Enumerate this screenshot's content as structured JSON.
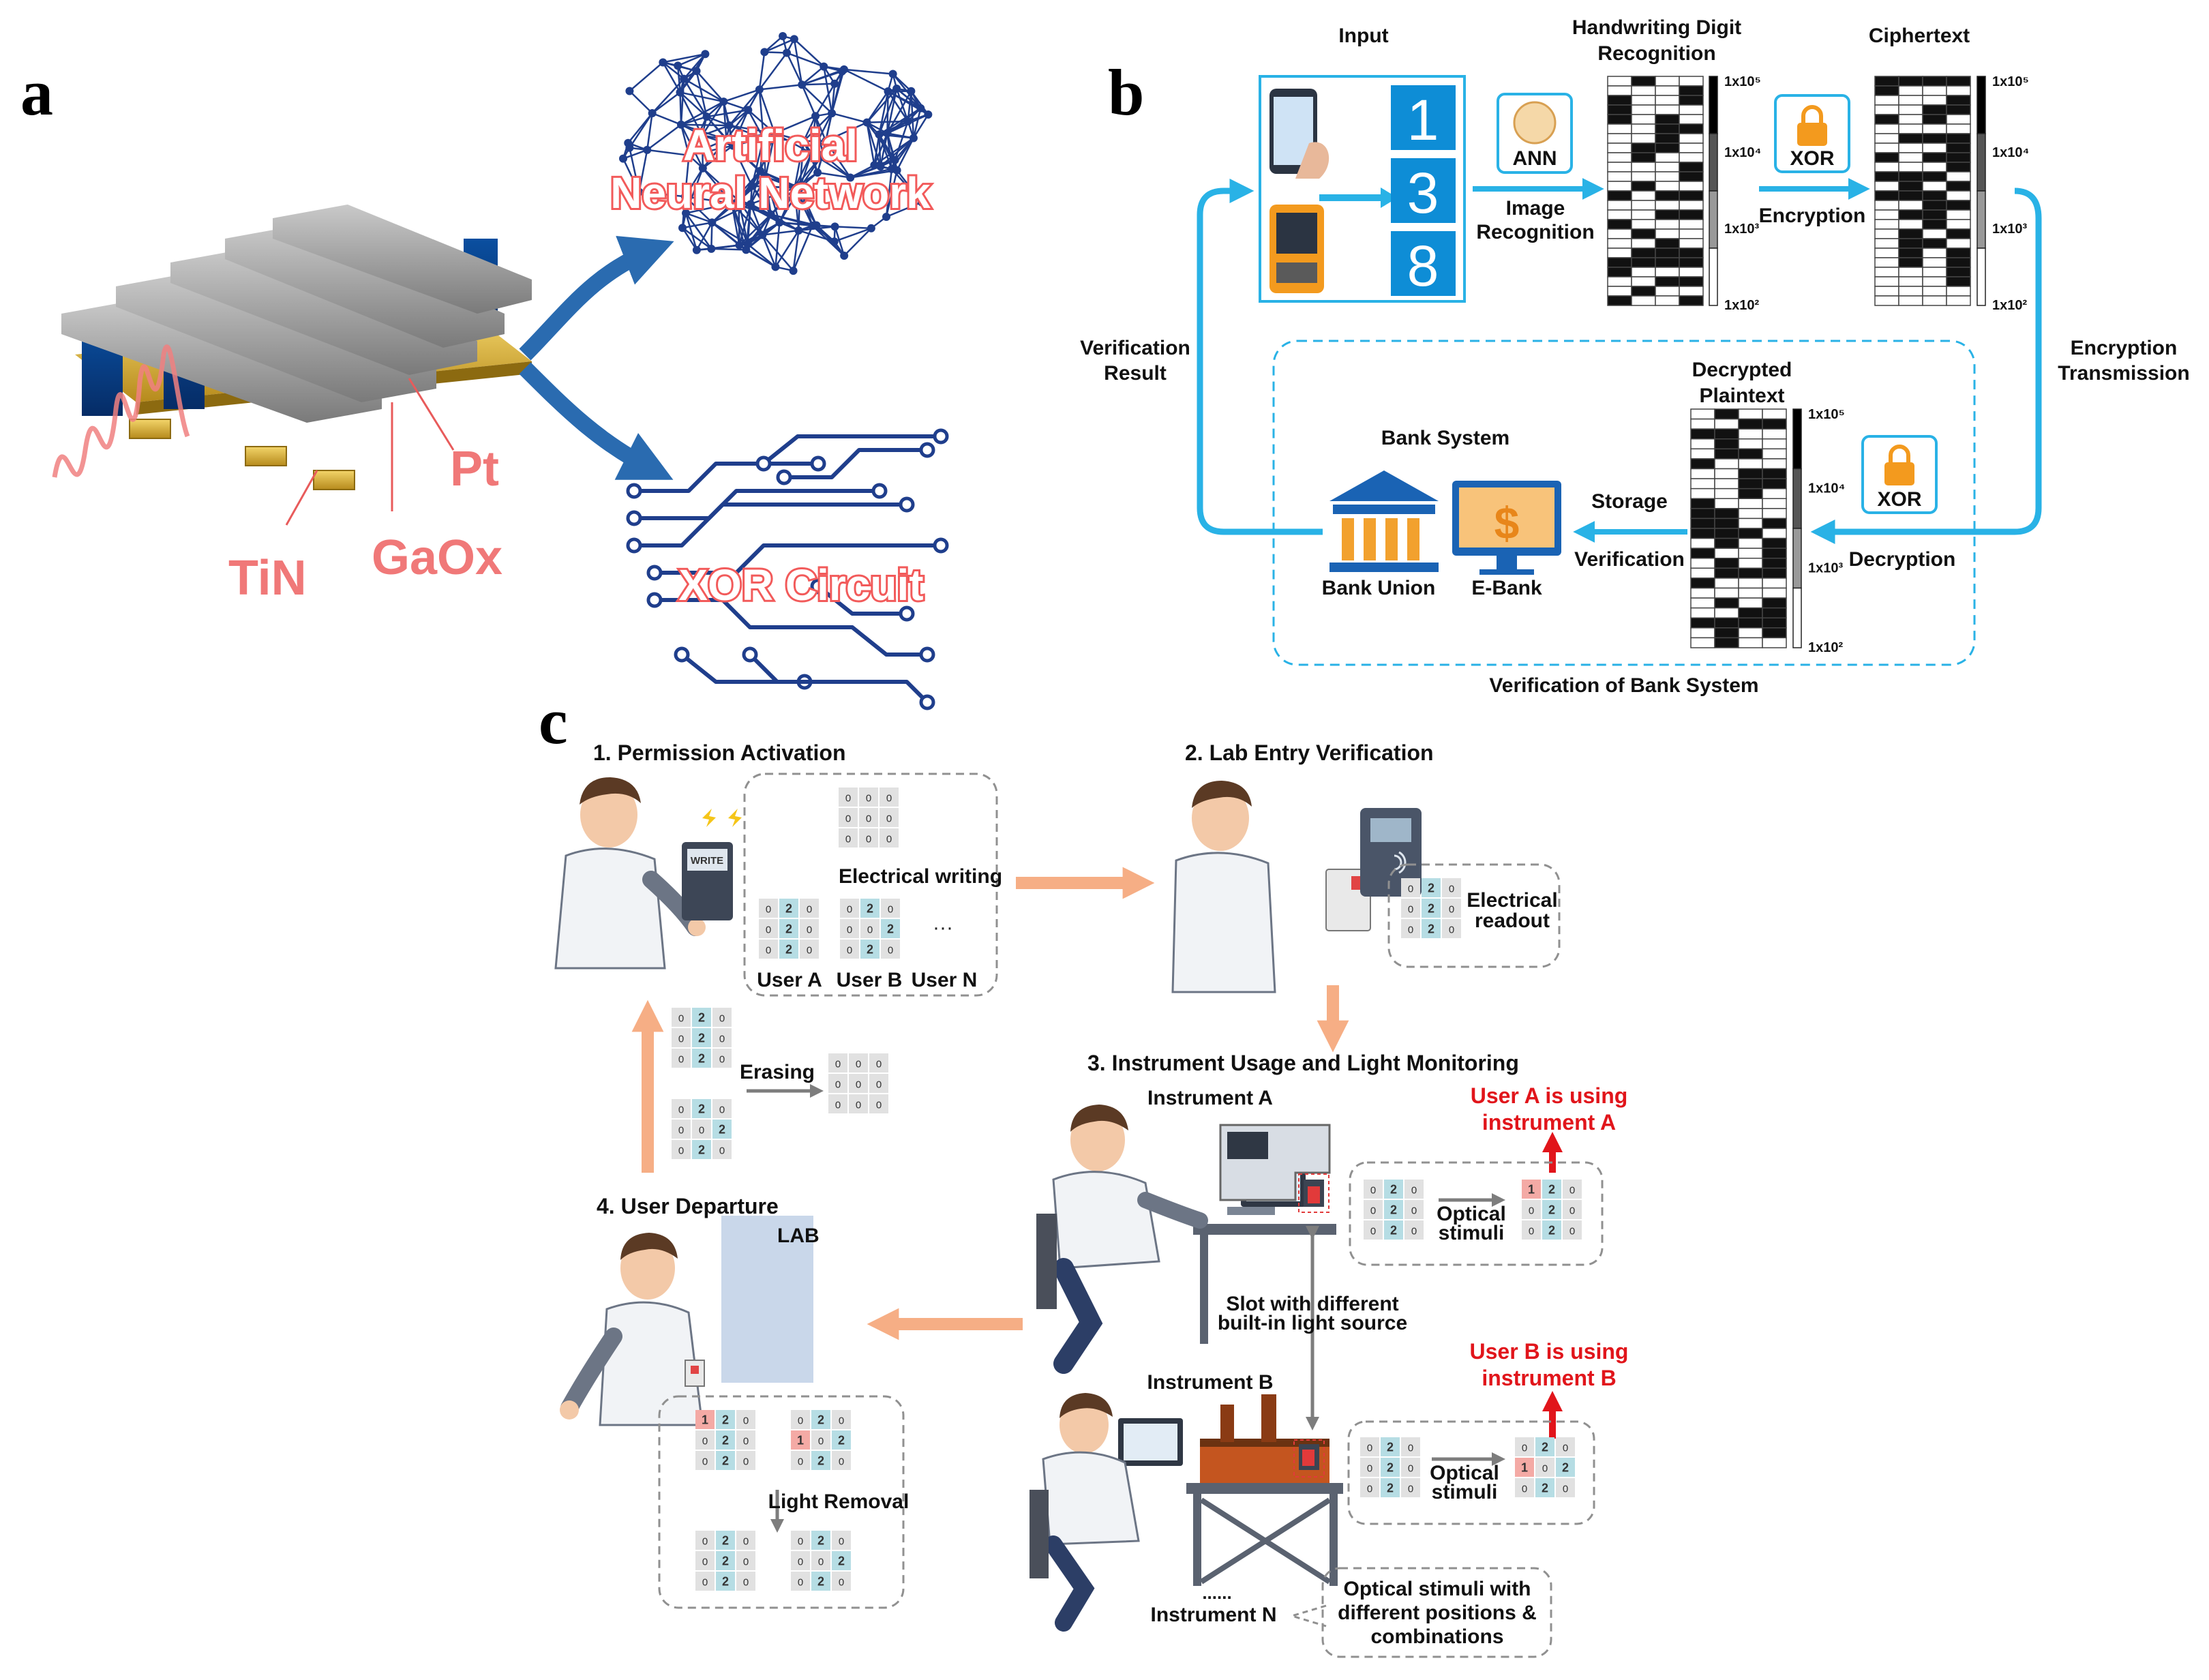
{
  "panels": {
    "a": "a",
    "b": "b",
    "c": "c"
  },
  "panel_a": {
    "labels": {
      "pt": "Pt",
      "tin": "TiN",
      "gaox": "GaOx"
    },
    "ann": [
      "Artificial",
      "Neural Network"
    ],
    "xor": "XOR Circuit"
  },
  "panel_b": {
    "input": "Input",
    "digits": [
      "1",
      "3",
      "8"
    ],
    "hdr": [
      "Handwriting Digit",
      "Recognition"
    ],
    "ciphertext": "Ciphertext",
    "ann_box": "ANN",
    "image_recognition": [
      "Image",
      "Recognition"
    ],
    "xor_box": "XOR",
    "encryption": "Encryption",
    "xor_box2": "XOR",
    "decryption": "Decryption",
    "enc_trans": [
      "Encryption",
      "Transmission"
    ],
    "ver_result": [
      "Verification",
      "Result"
    ],
    "decrypted": [
      "Decrypted",
      "Plaintext"
    ],
    "bank_system": "Bank System",
    "storage": "Storage",
    "verification": "Verification",
    "bank_union": "Bank Union",
    "ebank": "E-Bank",
    "dollar": "$",
    "ver_bank": "Verification of Bank System",
    "scale": [
      "1x10⁵",
      "1x10⁴",
      "1x10³",
      "1x10²"
    ]
  },
  "panel_c": {
    "step1": "1. Permission Activation",
    "step2": "2. Lab Entry Verification",
    "step3": "3. Instrument Usage and Light Monitoring",
    "step4": "4. User Departure",
    "write": "WRITE",
    "elec_writing": "Electrical writing",
    "elec_readout": [
      "Electrical",
      "readout"
    ],
    "users": [
      "User A",
      "User B",
      "User N"
    ],
    "ellipsis": "···",
    "erasing": "Erasing",
    "instrument_a": "Instrument A",
    "instrument_b": "Instrument B",
    "instrument_n": "Instrument N",
    "dots": "......",
    "optical_stimuli": [
      "Optical",
      "stimuli"
    ],
    "slot": [
      "Slot with different",
      "built-in light source"
    ],
    "user_a_using": [
      "User A is using",
      "instrument A"
    ],
    "user_b_using": [
      "User B is using",
      "instrument B"
    ],
    "lab": "LAB",
    "light_removal": "Light Removal",
    "optical_note": [
      "Optical stimuli with",
      "different  positions &",
      "combinations"
    ]
  },
  "colors": {
    "arrow_blue": "#2a6bb0",
    "flow_blue": "#29b2e6",
    "orange_arrow": "#f6ae85",
    "red": "#e1151b",
    "teal_cell": "#b6dde4",
    "pink_cell": "#f4aaa5",
    "gray_cell": "#e1e1e1"
  }
}
